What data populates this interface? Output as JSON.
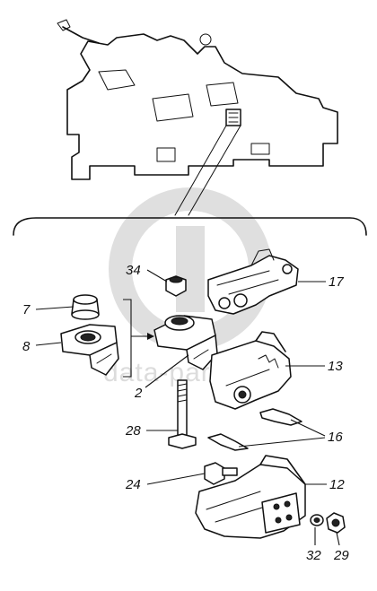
{
  "watermark": {
    "text": "data-parts"
  },
  "callouts": [
    {
      "id": "34",
      "label": "34"
    },
    {
      "id": "17",
      "label": "17"
    },
    {
      "id": "7",
      "label": "7"
    },
    {
      "id": "8",
      "label": "8"
    },
    {
      "id": "13",
      "label": "13"
    },
    {
      "id": "2",
      "label": "2"
    },
    {
      "id": "28",
      "label": "28"
    },
    {
      "id": "16",
      "label": "16"
    },
    {
      "id": "24",
      "label": "24"
    },
    {
      "id": "12",
      "label": "12"
    },
    {
      "id": "32",
      "label": "32"
    },
    {
      "id": "29",
      "label": "29"
    }
  ],
  "colors": {
    "ink": "#111111",
    "watermark": "#d9d9d9",
    "background": "#ffffff"
  }
}
